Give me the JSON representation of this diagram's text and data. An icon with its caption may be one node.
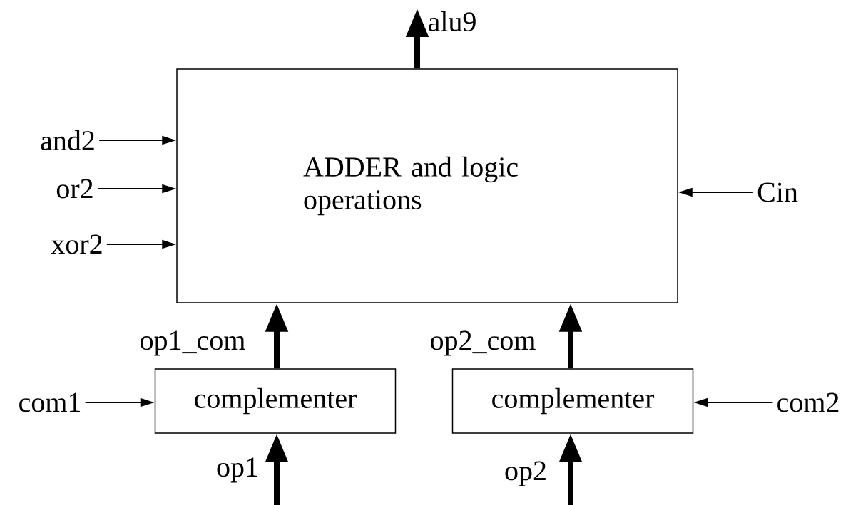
{
  "diagram": {
    "nodes": [
      {
        "text": [
          "ADDER and logic operations"
        ]
      },
      {
        "text": [
          "complementer"
        ]
      },
      {
        "text": [
          "complementer"
        ]
      },
      {
        "text": [
          "and2"
        ]
      },
      {
        "text": [
          "or2"
        ]
      },
      {
        "text": [
          "xor2"
        ]
      },
      {
        "text": [
          "Cin"
        ]
      },
      {
        "text": [
          "com1"
        ]
      },
      {
        "text": [
          "com2"
        ]
      }
    ],
    "edges": [
      {
        "from": 3,
        "to": 0,
        "arrow": "to"
      },
      {
        "from": 4,
        "to": 0,
        "arrow": "to"
      },
      {
        "from": 5,
        "to": 0,
        "arrow": "to"
      },
      {
        "from": 6,
        "to": 0,
        "arrow": "to"
      },
      {
        "from": 0,
        "to": null,
        "arrow": "to",
        "label": "alu9",
        "style": "thick"
      },
      {
        "from": 1,
        "to": 0,
        "arrow": "to",
        "label": "op1_com",
        "style": "thick"
      },
      {
        "from": 2,
        "to": 0,
        "arrow": "to",
        "label": "op2_com",
        "style": "thick"
      },
      {
        "from": 7,
        "to": 1,
        "arrow": "to"
      },
      {
        "from": 8,
        "to": 2,
        "arrow": "to"
      },
      {
        "from": null,
        "to": 1,
        "arrow": "to",
        "label": "op1",
        "style": "thick"
      },
      {
        "from": null,
        "to": 2,
        "arrow": "to",
        "label": "op2",
        "style": "thick"
      }
    ]
  }
}
